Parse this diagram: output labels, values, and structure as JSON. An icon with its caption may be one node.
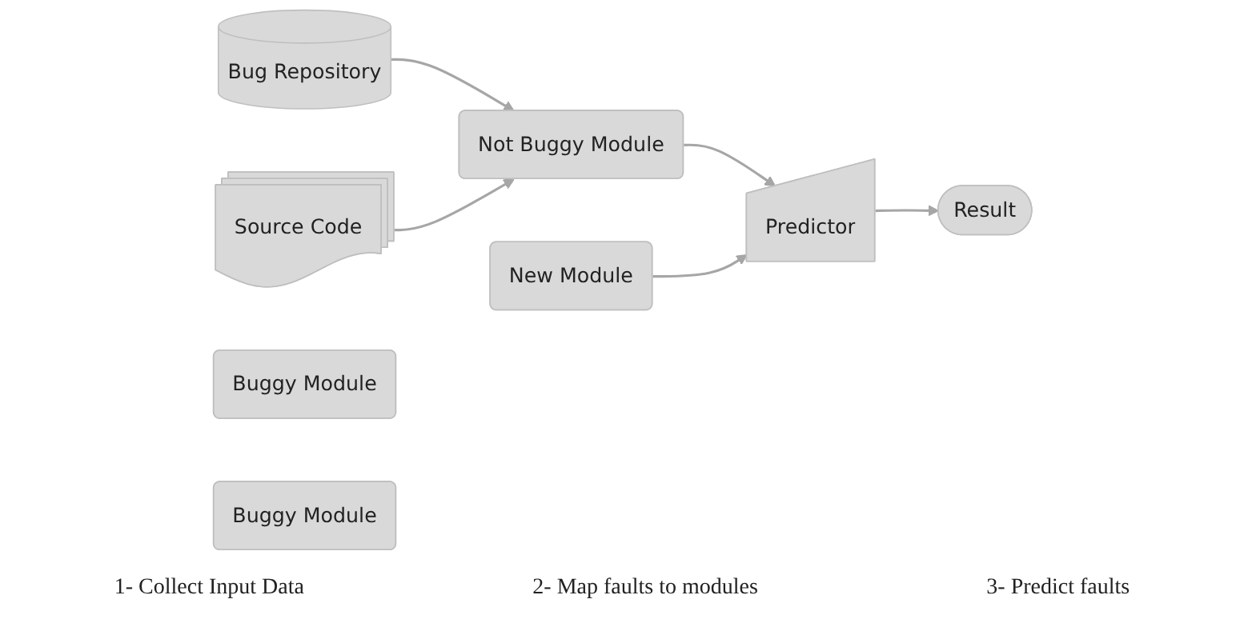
{
  "diagram": {
    "nodes": [
      {
        "text": [
          "Bug Repository"
        ]
      },
      {
        "text": [
          "Source Code"
        ]
      },
      {
        "text": [
          "Buggy Module"
        ]
      },
      {
        "text": [
          "Not Buggy Module"
        ]
      },
      {
        "text": [
          "Buggy Module"
        ]
      },
      {
        "text": [
          "New Module"
        ]
      },
      {
        "text": [
          "Predictor"
        ]
      },
      {
        "text": [
          "Result"
        ]
      }
    ],
    "edges": [
      {
        "from": 0,
        "to": 3,
        "arrow": "to"
      },
      {
        "from": 1,
        "to": 3,
        "arrow": "to"
      },
      {
        "from": 3,
        "to": 6,
        "arrow": "to"
      },
      {
        "from": 5,
        "to": 6,
        "arrow": "to"
      },
      {
        "from": 6,
        "to": 7,
        "arrow": "to"
      }
    ],
    "labels": [
      "1- Collect Input Data",
      "2- Map faults to modules",
      "3- Predict faults"
    ]
  }
}
